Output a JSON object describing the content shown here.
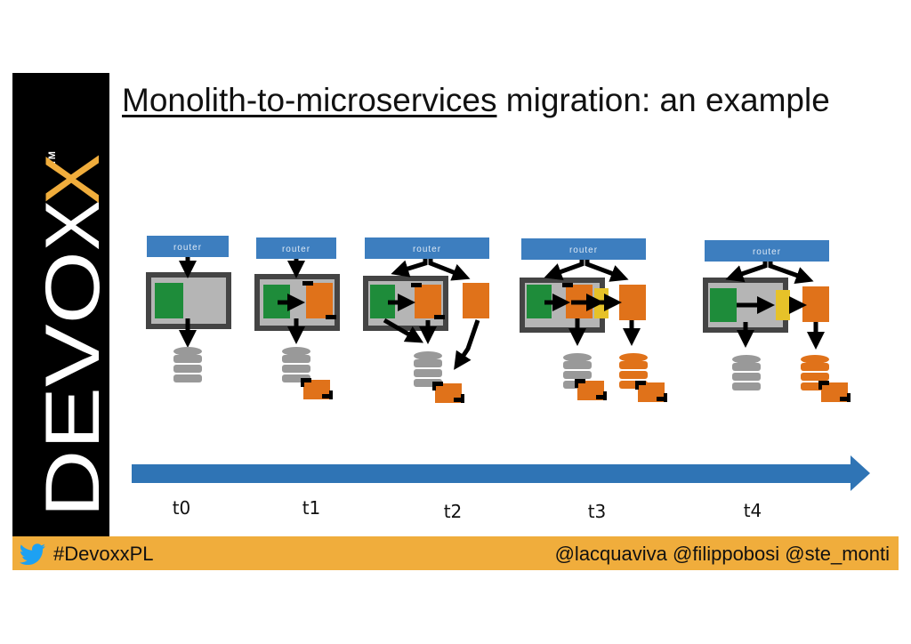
{
  "title": {
    "underlined": "Monolith-to-microservices",
    "rest": " migration: an example"
  },
  "logo": {
    "text": "DEVOXX",
    "tm": "TM"
  },
  "router_label": "router",
  "stages": [
    "t0",
    "t1",
    "t2",
    "t3",
    "t4"
  ],
  "footer": {
    "hashtag": "#DevoxxPL",
    "handles": "@lacquaviva @filippobosi @ste_monti"
  },
  "colors": {
    "green": "#1e8c3a",
    "orange": "#e0721a",
    "yellow": "#e6c229",
    "grey": "#999999",
    "router_blue": "#3d7ebf",
    "timeline_blue": "#2f74b5",
    "footer": "#f0ad3c"
  }
}
